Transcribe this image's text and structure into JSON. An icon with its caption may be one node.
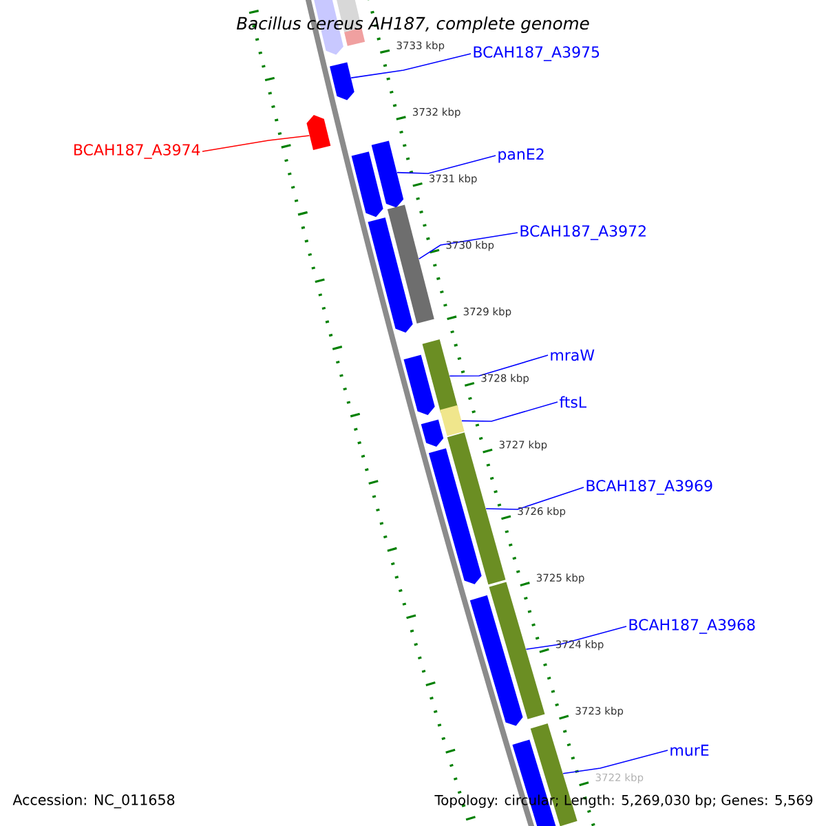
{
  "diagram": {
    "title": "Bacillus cereus AH187, complete genome",
    "nodes": [
      {
        "text": [
          "BCAH187_A3975"
        ]
      },
      {
        "text": [
          "BCAH187_A3974"
        ]
      },
      {
        "text": [
          "panE2"
        ]
      },
      {
        "text": [
          "BCAH187_A3972"
        ]
      },
      {
        "text": [
          "mraW"
        ]
      },
      {
        "text": [
          "ftsL"
        ]
      },
      {
        "text": [
          "BCAH187_A3969"
        ]
      },
      {
        "text": [
          "BCAH187_A3968"
        ]
      },
      {
        "text": [
          "murE"
        ]
      },
      {
        "text": [],
        "shape": "arrow"
      },
      {
        "text": [],
        "shape": "bar"
      },
      {
        "text": [],
        "shape": "bar"
      },
      {
        "text": [],
        "shape": "arrow"
      },
      {
        "text": [],
        "shape": "arrow"
      },
      {
        "text": [],
        "shape": "arrow"
      },
      {
        "text": [],
        "shape": "arrow"
      },
      {
        "text": [],
        "shape": "bar"
      },
      {
        "text": [],
        "shape": "arrow"
      },
      {
        "text": [],
        "shape": "bar"
      },
      {
        "text": [],
        "shape": "arrow"
      },
      {
        "text": [],
        "shape": "bar"
      },
      {
        "text": [],
        "shape": "arrow"
      },
      {
        "text": [],
        "shape": "bar"
      },
      {
        "text": [],
        "shape": "arrow"
      },
      {
        "text": [],
        "shape": "bar"
      },
      {
        "text": [],
        "shape": "arrow"
      },
      {
        "text": [],
        "shape": "bar"
      },
      {
        "text": [],
        "shape": "arrow"
      }
    ],
    "edges": [
      {
        "from": 0,
        "to": 12,
        "arrow": "none"
      },
      {
        "from": 1,
        "to": 13,
        "arrow": "none",
        "color": "#ff0000"
      },
      {
        "from": 2,
        "to": 14,
        "arrow": "none"
      },
      {
        "from": 3,
        "to": 16,
        "arrow": "none"
      },
      {
        "from": 4,
        "to": 18,
        "arrow": "none"
      },
      {
        "from": 5,
        "to": 20,
        "arrow": "none"
      },
      {
        "from": 6,
        "to": 22,
        "arrow": "none"
      },
      {
        "from": 7,
        "to": 24,
        "arrow": "none"
      },
      {
        "from": 8,
        "to": 26,
        "arrow": "none"
      }
    ],
    "labels": [
      "3733 kbp",
      "3732 kbp",
      "3731 kbp",
      "3730 kbp",
      "3729 kbp",
      "3728 kbp",
      "3727 kbp",
      "3726 kbp",
      "3725 kbp",
      "3724 kbp",
      "3723 kbp",
      "3722 kbp",
      "Accession: NC_011658",
      "Topology: circular; Length: 5,269,030 bp; Genes: 5,569"
    ]
  }
}
